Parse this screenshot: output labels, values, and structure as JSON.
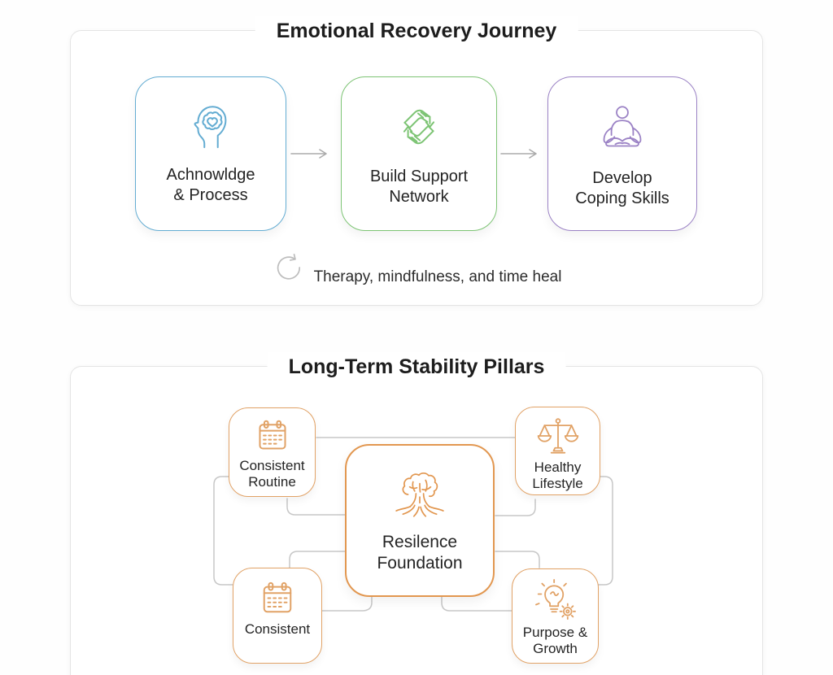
{
  "section1": {
    "title": "Emotional Recovery Journey",
    "steps": [
      {
        "icon": "brain-heart-icon",
        "accent": "#63acd2",
        "lines": [
          "Achnowldge",
          "& Process"
        ]
      },
      {
        "icon": "hands-support-icon",
        "accent": "#7dc474",
        "lines": [
          "Build Support",
          "Network"
        ]
      },
      {
        "icon": "meditation-icon",
        "accent": "#9b82c5",
        "lines": [
          "Develop",
          "Coping Skills"
        ]
      }
    ],
    "arrow_icon": "right-arrow-icon",
    "arrow_color": "#ababab",
    "caption_icon": "cycle-arrow-icon",
    "caption_icon_color": "#bdbdbd",
    "caption": "Therapy, mindfulness, and time heal"
  },
  "section2": {
    "title": "Long-Term Stability Pillars",
    "accent": "#e1a266",
    "connector_color": "#c7c7c7",
    "center": {
      "icon": "tree-roots-icon",
      "accent": "#e29750",
      "lines": [
        "Resilence",
        "Foundation"
      ]
    },
    "pillars": [
      {
        "icon": "calendar-icon",
        "lines": [
          "Consistent",
          "Routine"
        ]
      },
      {
        "icon": "scales-icon",
        "lines": [
          "Healthy",
          "Lifestyle"
        ]
      },
      {
        "icon": "calendar-icon",
        "lines": [
          "Consistent"
        ]
      },
      {
        "icon": "bulb-gear-icon",
        "lines": [
          "Purpose &",
          "Growth"
        ]
      }
    ]
  }
}
